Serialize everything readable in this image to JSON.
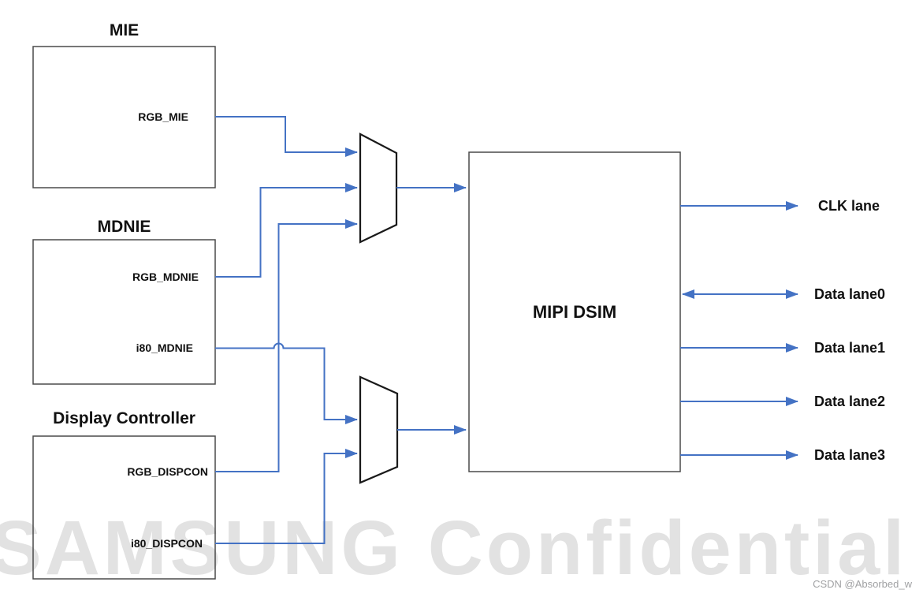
{
  "diagram": {
    "blocks": {
      "mie": {
        "title": "MIE",
        "ports": {
          "rgb": "RGB_MIE"
        }
      },
      "mdnie": {
        "title": "MDNIE",
        "ports": {
          "rgb": "RGB_MDNIE",
          "i80": "i80_MDNIE"
        }
      },
      "display_controller": {
        "title": "Display Controller",
        "ports": {
          "rgb": "RGB_DISPCON",
          "i80": "i80_DISPCON"
        }
      },
      "mipi_dsim": {
        "title": "MIPI DSIM"
      }
    },
    "muxes": [
      {
        "name": "mux-rgb",
        "inputs": [
          "RGB_MIE",
          "RGB_MDNIE",
          "RGB_DISPCON"
        ],
        "output_to": "MIPI DSIM"
      },
      {
        "name": "mux-i80",
        "inputs": [
          "i80_MDNIE",
          "i80_DISPCON"
        ],
        "output_to": "MIPI DSIM"
      }
    ],
    "lanes": [
      {
        "label": "CLK lane",
        "direction": "output"
      },
      {
        "label": "Data lane0",
        "direction": "bidirectional"
      },
      {
        "label": "Data lane1",
        "direction": "output"
      },
      {
        "label": "Data lane2",
        "direction": "output"
      },
      {
        "label": "Data lane3",
        "direction": "output"
      }
    ],
    "colors": {
      "wire_blue": "#4472C4",
      "box_border": "#4a4a4a",
      "mux_border": "#1a1a1a",
      "watermark_gray": "#e2e2e2",
      "attribution_gray": "#a0a1a3"
    }
  },
  "watermark": {
    "text": "SAMSUNG Confidential"
  },
  "attribution": {
    "text": "CSDN @Absorbed_w"
  }
}
